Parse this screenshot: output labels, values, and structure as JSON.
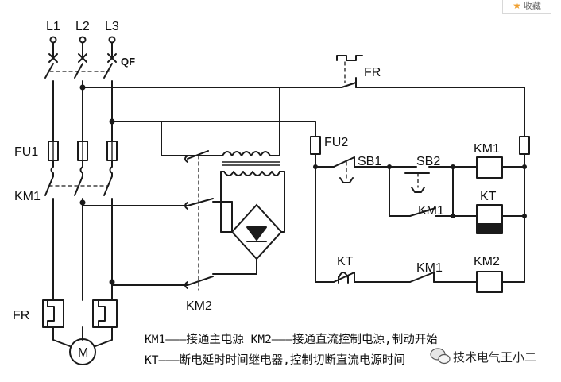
{
  "collect_button": {
    "label": "收藏",
    "icon": "star-icon"
  },
  "labels": {
    "L1": "L1",
    "L2": "L2",
    "L3": "L3",
    "QF": "QF",
    "FR_top": "FR",
    "FU1": "FU1",
    "FU2": "FU2",
    "KM1_main": "KM1",
    "SB1": "SB1",
    "SB2": "SB2",
    "KM1_coil": "KM1",
    "KT_coil": "KT",
    "KM1_hold": "KM1",
    "KT_contact": "KT",
    "KM1_interlock": "KM1",
    "KM2_coil": "KM2",
    "KM2_main": "KM2",
    "FR_bottom": "FR",
    "motor": "M"
  },
  "legend": {
    "line1": "KM1———接通主电源  KM2———接通直流控制电源,制动开始",
    "line2": "KT———断电延时时间继电器,控制切断直流电源时间"
  },
  "watermark": {
    "text": "技术电气王小二",
    "icon": "wechat-icon"
  }
}
